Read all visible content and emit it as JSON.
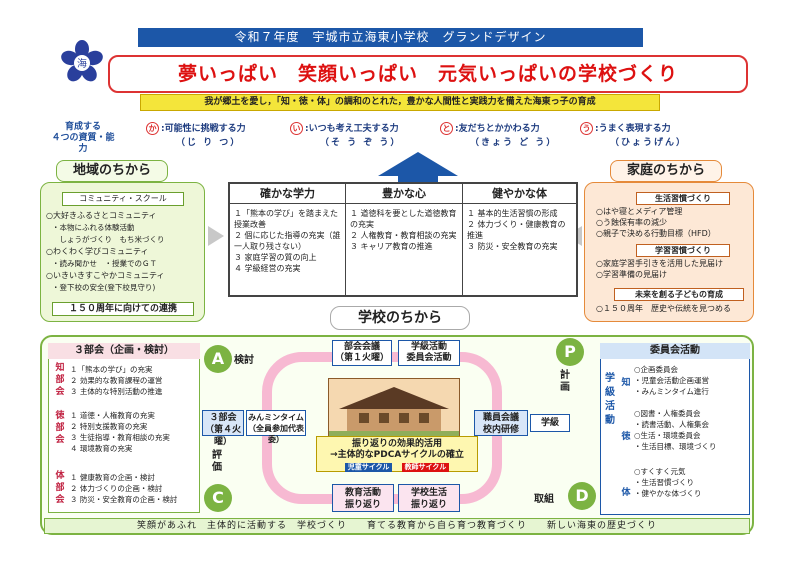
{
  "title_bar": "令和７年度　宇城市立海東小学校　グランドデザイン",
  "logo_text": "海",
  "slogan": "夢いっぱい　笑顔いっぱい　元気いっぱいの学校づくり",
  "goal": "我が郷土を愛し，「知・徳・体」の調和のとれた，豊かな人間性と実践力を備えた海東っ子の育成",
  "capabilities": {
    "heading": "育成する\n４つの資質・能力",
    "items": [
      {
        "mark": "か",
        "text": ":可能性に挑戦する力",
        "kana": "（じ り つ）"
      },
      {
        "mark": "い",
        "text": ":いつも考え工夫する力",
        "kana": "（そ う ぞ う）"
      },
      {
        "mark": "と",
        "text": ":友だちとかかわる力",
        "kana": "（きょう ど う）"
      },
      {
        "mark": "う",
        "text": ":うまく表現する力",
        "kana": "（ひょうげん）"
      }
    ]
  },
  "region": {
    "title": "地域のちから",
    "sub": "コミュニティ・スクール",
    "items": [
      "○大好きふるさとコミュニティ",
      "・本物にふれる体験活動",
      "　しょうがづくり　もち米づくり",
      "○わくわく学びコミュニティ",
      "・読み聞かせ　・授業でのＧＴ",
      "○いきいきすこやかコミュニティ",
      "・登下校の安全(登下校見守り)"
    ],
    "foot": "１５０周年に向けての連携"
  },
  "home": {
    "title": "家庭のちから",
    "groups": [
      {
        "head": "生活習慣づくり",
        "items": [
          "○はや寝とメディア管理",
          "○う蝕保有率の減少",
          "○親子で決める行動目標（HFD）"
        ]
      },
      {
        "head": "学習習慣づくり",
        "items": [
          "○家庭学習手引きを活用した見届け",
          "○学習準備の見届け"
        ]
      },
      {
        "head": "未来を創る子どもの育成",
        "items": [
          "○１５０周年　歴史や伝統を見つめる"
        ]
      }
    ]
  },
  "pillars": [
    {
      "head": "確かな学力",
      "items": [
        "１「熊本の学び」を踏まえた授業改善",
        "２ 個に応じた指導の充実（誰一人取り残さない）",
        "３ 家庭学習の質の向上",
        "４ 学級経営の充実"
      ]
    },
    {
      "head": "豊かな心",
      "items": [
        "１ 道徳科を要とした道徳教育の充実",
        "２ 人権教育・教育相談の充実",
        "３ キャリア教育の推進"
      ]
    },
    {
      "head": "健やかな体",
      "items": [
        "１ 基本的生活習慣の形成",
        "２ 体力づくり・健康教育の推進",
        "３ 防災・安全教育の充実"
      ]
    }
  ],
  "school_title": "学校のちから",
  "bukai": {
    "head": "３部会（企画・検討）",
    "groups": [
      {
        "side": "知部会",
        "items": [
          "１「熊本の学び」の充実",
          "２ 効果的な教育課程の運営",
          "３ 主体的な特別活動の推進"
        ]
      },
      {
        "side": "徳部会",
        "items": [
          "１ 道徳・人権教育の充実",
          "２ 特別支援教育の充実",
          "３ 生徒指導・教育相談の充実",
          "４ 環境教育の充実"
        ]
      },
      {
        "side": "体部会",
        "items": [
          "１ 健康教育の企画・検討",
          "２ 体力づくりの企画・検討",
          "３ 防災・安全教育の企画・検討"
        ]
      }
    ]
  },
  "pdca": {
    "a_label": "検討",
    "p_label": "計画",
    "c_label": "評価",
    "d_label": "取組",
    "a": "A",
    "p": "P",
    "c": "C",
    "d": "D"
  },
  "cycle_boxes": {
    "bukai_kaigi": "部会会議\n（第１火曜）",
    "gakkyu_iinkai": "学級活動\n委員会活動",
    "sanbukai": "３部会\n（第４火曜）",
    "minmin": "みんミンタイム\n（全員参加代表委）",
    "shokuin": "職員会議\n校内研修",
    "gakkyu": "学級",
    "review_title": "振り返りの効果的活用",
    "review_sub": "→主体的なPDCAサイクルの確立",
    "tag1": "児童サイクル",
    "tag2": "教師サイクル",
    "edu_review": "教育活動\n振り返り",
    "life_review": "学校生活\n振り返り"
  },
  "iinkai": {
    "head": "委員会活動",
    "side_top": "学級活動",
    "groups": [
      {
        "side": "知",
        "items": [
          "○企画委員会",
          "・児童会活動企画運営",
          "・みんミンタイム進行"
        ]
      },
      {
        "side": "徳",
        "items": [
          "○図書・人権委員会",
          "・読書活動、人権集会",
          "○生活・環境委員会",
          "・生活目標、環境づくり"
        ]
      },
      {
        "side": "体",
        "items": [
          "○すくすく元気",
          "・生活習慣づくり",
          "・健やかな体づくり"
        ]
      }
    ]
  },
  "footer": "笑顔があふれ　主体的に活動する　学校づくり　　育てる教育から自ら育つ教育づくり　　新しい海東の歴史づくり",
  "colors": {
    "brand": "#1c57a8",
    "accent": "#d11111",
    "green": "#7cb342",
    "orange": "#e58a3a",
    "pink": "#f7b9d2"
  }
}
